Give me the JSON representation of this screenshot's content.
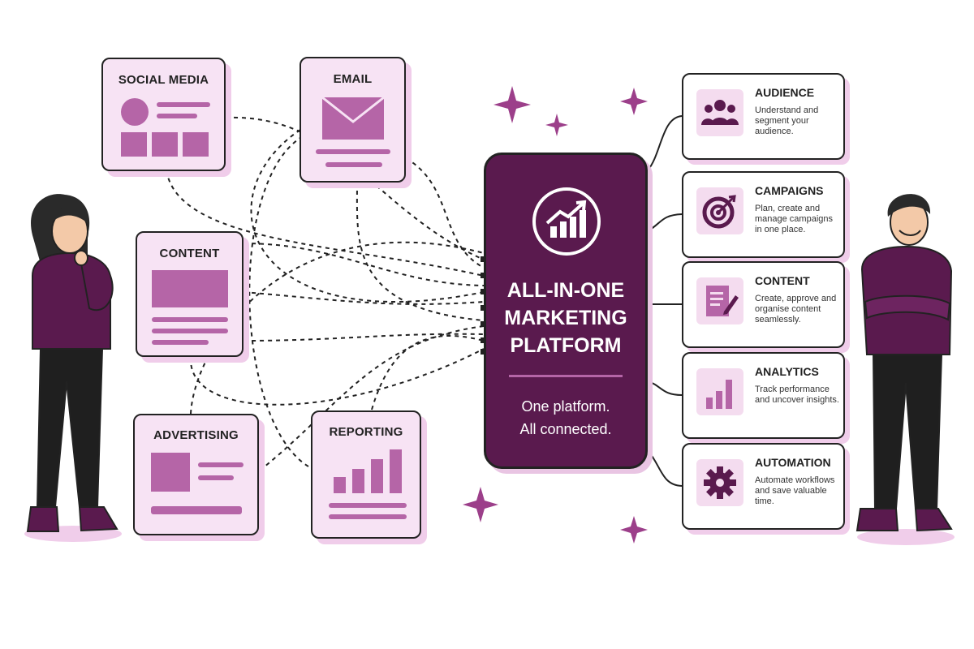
{
  "tools": [
    {
      "label": "SOCIAL MEDIA"
    },
    {
      "label": "EMAIL"
    },
    {
      "label": "CONTENT"
    },
    {
      "label": "ADVERTISING"
    },
    {
      "label": "REPORTING"
    }
  ],
  "platform": {
    "title": "ALL-IN-ONE\nMARKETING\nPLATFORM",
    "tagline": "One platform.\nAll connected.",
    "icon": "growth-chart-icon"
  },
  "features": [
    {
      "title": "AUDIENCE",
      "desc": "Understand and segment your audience.",
      "icon": "people-icon"
    },
    {
      "title": "CAMPAIGNS",
      "desc": "Plan, create and manage campaigns in one place.",
      "icon": "target-icon"
    },
    {
      "title": "CONTENT",
      "desc": "Create, approve and organise content seamlessly.",
      "icon": "document-edit-icon"
    },
    {
      "title": "ANALYTICS",
      "desc": "Track performance and uncover insights.",
      "icon": "bar-chart-icon"
    },
    {
      "title": "AUTOMATION",
      "desc": "Automate workflows and save valuable time.",
      "icon": "gear-icon"
    }
  ],
  "colors": {
    "primary": "#5a1a4e",
    "accent": "#b565a7",
    "tint": "#f7e3f4"
  }
}
